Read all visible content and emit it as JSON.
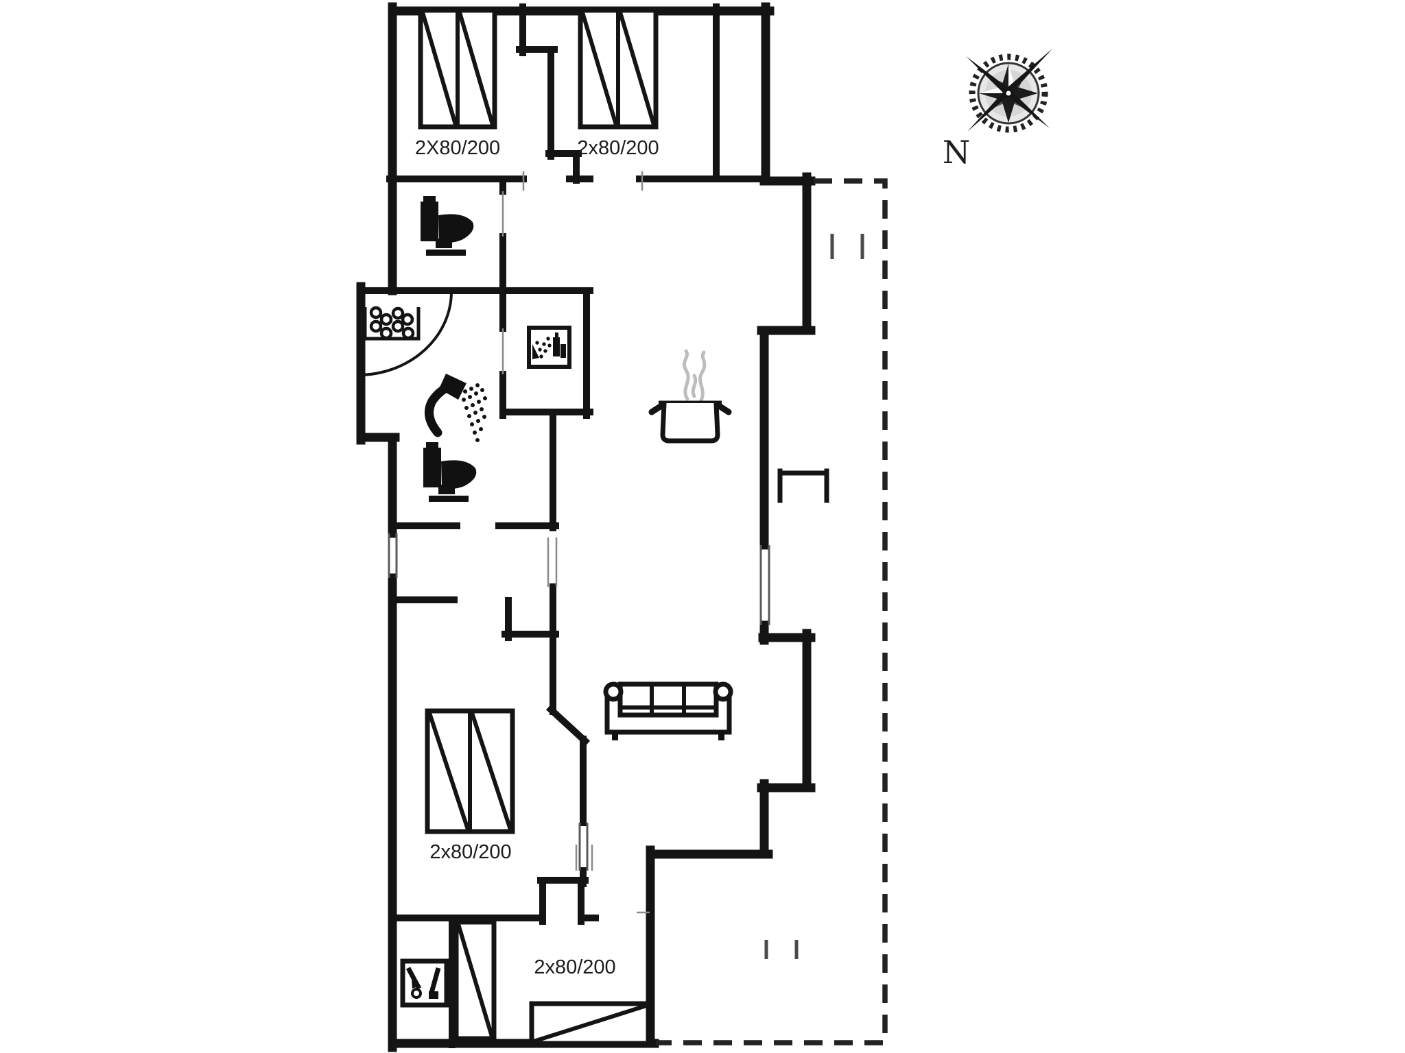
{
  "floor_plan": {
    "bed_labels": {
      "bedroom_top_left": "2X80/200",
      "bedroom_top_middle": "2x80/200",
      "bedroom_middle": "2x80/200",
      "bedroom_bottom": "2x80/200"
    },
    "compass": {
      "north_label": "N"
    },
    "colors": {
      "wall": "#141414",
      "window_line": "#5a5a5a",
      "door_line": "#8a8a8a",
      "terrace_dashed": "#222222",
      "steam": "#bdbdbd",
      "label_text": "#1c1c1c",
      "background": "#ffffff"
    },
    "icons": {
      "names": [
        "bed-icon",
        "toilet-icon",
        "shower-icon",
        "doormat-icon",
        "laundry-supplies-icon",
        "vacuum-cleaner-icon",
        "cooking-pot-icon",
        "steam-icon",
        "sofa-icon",
        "wood-stove-icon",
        "compass-rose-icon"
      ]
    }
  }
}
